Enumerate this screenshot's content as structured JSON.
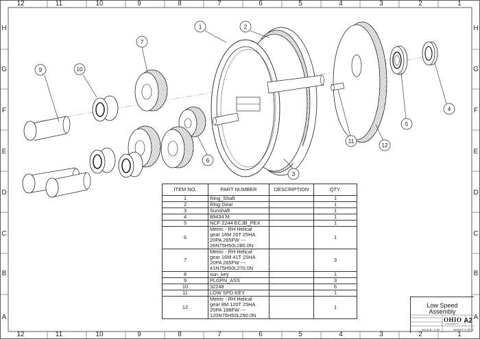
{
  "border": {
    "columns": [
      "12",
      "11",
      "10",
      "9",
      "8",
      "7",
      "6",
      "5",
      "4",
      "3",
      "2",
      "1"
    ],
    "rows": [
      "H",
      "G",
      "F",
      "E",
      "D",
      "C",
      "B",
      "A"
    ]
  },
  "balloons": {
    "b1": "1",
    "b2": "2",
    "b3": "3",
    "b4": "4",
    "b5": "5",
    "b6": "6",
    "b7": "7",
    "b9": "9",
    "b10": "10",
    "b11": "11",
    "b12": "12"
  },
  "bom": {
    "headers": {
      "item": "ITEM NO.",
      "part": "PART NUMBER",
      "desc": "DESCRIPTION",
      "qty": "QTY."
    },
    "rows": [
      {
        "item": "1",
        "part": [
          "Ring_Shaft"
        ],
        "qty": "1"
      },
      {
        "item": "2",
        "part": [
          "Ring Gear"
        ],
        "qty": "1"
      },
      {
        "item": "3",
        "part": [
          "Sunshaft"
        ],
        "qty": "1"
      },
      {
        "item": "4",
        "part": [
          "89434 M"
        ],
        "qty": "1"
      },
      {
        "item": "5",
        "part": [
          "NCF 2244 ECJB_PEX"
        ],
        "qty": "1"
      },
      {
        "item": "6",
        "part": [
          "Metric - RH Helical",
          "gear 16M 26T 25HA",
          "20PA 265FW ---",
          "26N75H50L280.0N"
        ],
        "qty": "1"
      },
      {
        "item": "7",
        "part": [
          "Metric - RH Helical",
          "gear 16M 41T 15HA",
          "20PA 265FW ---",
          "41N75H50L270.0N"
        ],
        "qty": "3"
      },
      {
        "item": "8",
        "part": [
          "sun_key"
        ],
        "qty": "1"
      },
      {
        "item": "9",
        "part": [
          "PLGPN_ASS"
        ],
        "qty": "3"
      },
      {
        "item": "10",
        "part": [
          "32248"
        ],
        "qty": "6"
      },
      {
        "item": "11",
        "part": [
          "LOW SPD KEY"
        ],
        "qty": "1"
      },
      {
        "item": "12",
        "part": [
          "Metric - RH Helical",
          "gear 8M 120T 25HA",
          "20PA 188FW ---",
          "120N75H50L290.0N"
        ],
        "qty": "1"
      }
    ]
  },
  "title_block": {
    "title_line1": "Low Speed",
    "title_line2": "Assembly",
    "size": "A2",
    "logo": "OHIO",
    "logo_sub": "UNIVERSITY",
    "scale": "SCALE: 1:10",
    "sheet": "SHEET 1 OF 1"
  }
}
